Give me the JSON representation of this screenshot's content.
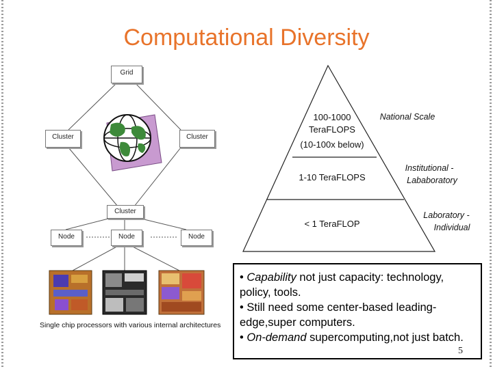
{
  "title": "Computational Diversity",
  "grid_diagram": {
    "grid_label": "Grid",
    "cluster_left_label": "Cluster",
    "cluster_right_label": "Cluster",
    "cluster_center_label": "Cluster",
    "node_left_label": "Node",
    "node_center_label": "Node",
    "node_right_label": "Node",
    "caption": "Single chip processors with various internal architectures"
  },
  "pyramid": {
    "tier_top_line1": "100-1000",
    "tier_top_line2": "TeraFLOPS",
    "tier_top_line3": "(10-100x below)",
    "tier_top_label": "National Scale",
    "tier_mid_value": "1-10 TeraFLOPS",
    "tier_mid_label_line1": "Institutional -",
    "tier_mid_label_line2": "Lababoratory",
    "tier_bottom_value": "< 1 TeraFLOP",
    "tier_bottom_label_line1": "Laboratory -",
    "tier_bottom_label_line2": "Individual"
  },
  "bullets": {
    "b1_prefix": "• ",
    "b1_em": "Capability",
    "b1_rest": " not just capacity: technology, policy, tools.",
    "b2": "• Still need some center-based leading-edge,super computers.",
    "b3_prefix": "• ",
    "b3_em": "On-demand",
    "b3_rest": " supercomputing,not just batch."
  },
  "page_number": "5"
}
